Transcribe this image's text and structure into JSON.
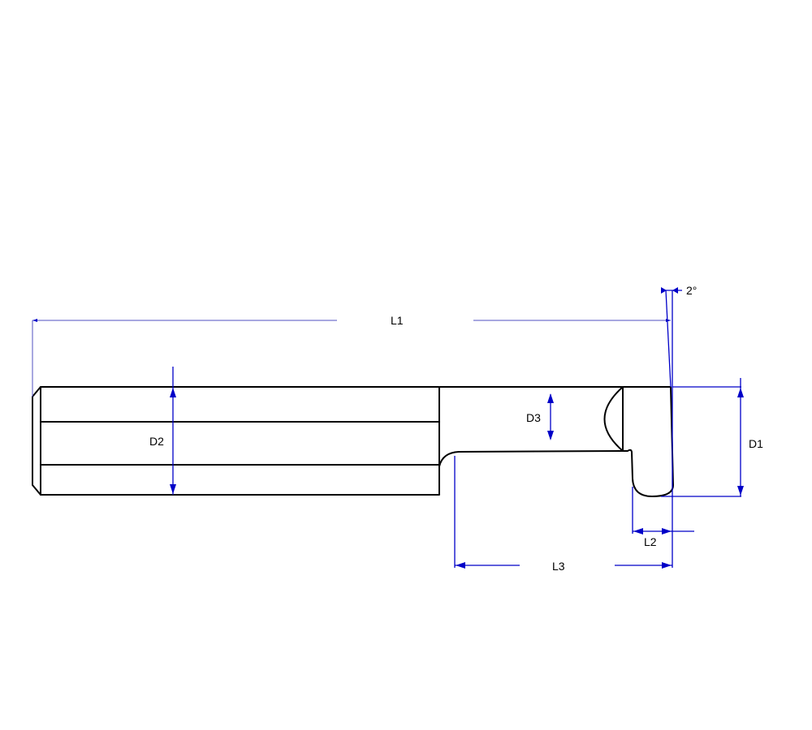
{
  "drawing": {
    "type": "technical-drawing",
    "subject": "boring bar / grooving tool side view",
    "colors": {
      "outline": "#000000",
      "dimension": "#0000c8",
      "background": "#ffffff"
    },
    "dimensions": {
      "L1": "L1",
      "L2": "L2",
      "L3": "L3",
      "D1": "D1",
      "D2": "D2",
      "D3": "D3",
      "angle": "2°"
    }
  }
}
